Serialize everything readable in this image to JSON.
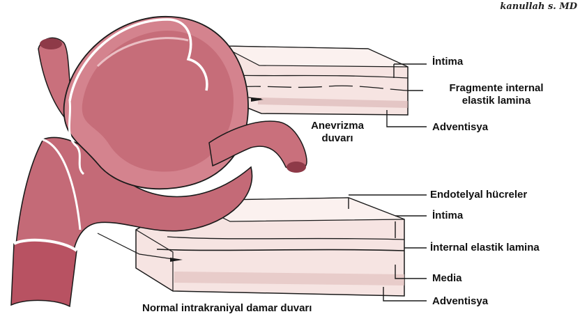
{
  "signature": "kanullah s. MD",
  "aneurysm_wall": {
    "title_line1": "Anevrizma",
    "title_line2": "duvarı",
    "labels": {
      "intima": "İntima",
      "fragmented_iel_line1": "Fragmente internal",
      "fragmented_iel_line2": "elastik lamina",
      "adventitia": "Adventisya"
    }
  },
  "normal_wall": {
    "title": "Normal intrakraniyal damar duvarı",
    "labels": {
      "endothelial": "Endotelyal hücreler",
      "intima": "İntima",
      "iel": "İnternal elastik lamina",
      "media": "Media",
      "adventitia": "Adventisya"
    }
  },
  "colors": {
    "vessel": "#c9707c",
    "vessel_dark": "#8e3a48",
    "vessel_light": "#e6a5ae",
    "tissue": "#f6e4e2",
    "tissue_shade": "#e9c9c7",
    "line": "#1a1a1a"
  }
}
